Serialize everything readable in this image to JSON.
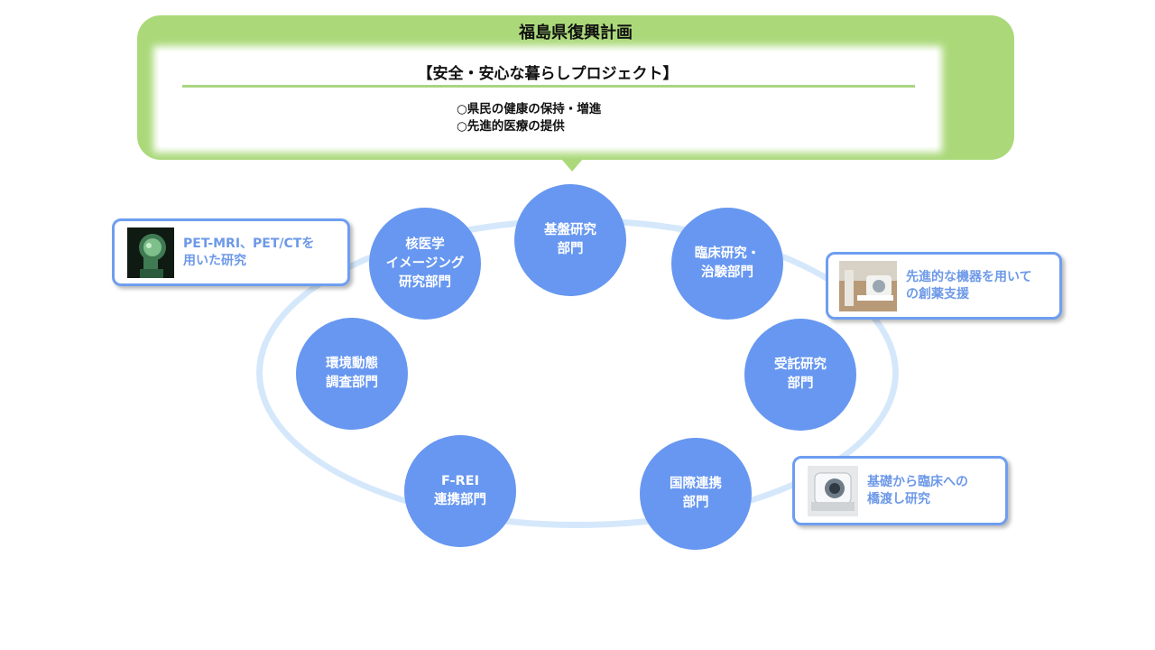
{
  "plan": {
    "title": "福島県復興計画",
    "project_title": "【安全・安心な暮らしプロジェクト】",
    "goals": [
      "○県民の健康の保持・増進",
      "○先進的医療の提供"
    ]
  },
  "departments": [
    {
      "id": "basic",
      "label": "基盤研究\n部門"
    },
    {
      "id": "clinical",
      "label": "臨床研究・\n治験部門"
    },
    {
      "id": "contract",
      "label": "受託研究\n部門"
    },
    {
      "id": "international",
      "label": "国際連携\n部門"
    },
    {
      "id": "frei",
      "label": "F-REI\n連携部門"
    },
    {
      "id": "environment",
      "label": "環境動態\n調査部門"
    },
    {
      "id": "imaging",
      "label": "核医学\nイメージング\n研究部門"
    }
  ],
  "callouts": [
    {
      "id": "pet",
      "text": "PET-MRI、PET/CTを\n用いた研究",
      "image": "pet-scan-image"
    },
    {
      "id": "drug",
      "text": "先進的な機器を用いて\nの創薬支援",
      "image": "lab-equipment-image"
    },
    {
      "id": "bridge",
      "text": "基礎から臨床への\n橋渡し研究",
      "image": "mri-scanner-image"
    }
  ],
  "colors": {
    "plan_green": "#abd97a",
    "department_blue": "#6797f0",
    "ring_blue": "#d5e8fb",
    "callout_border": "#6e9ef0",
    "callout_text": "#6d99e8"
  }
}
